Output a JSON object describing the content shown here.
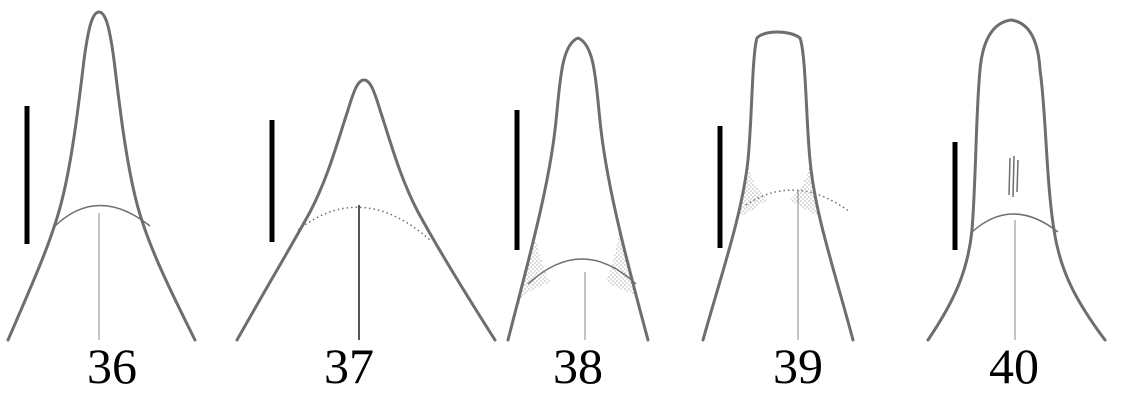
{
  "figure_labels": [
    "36",
    "37",
    "38",
    "39",
    "40"
  ],
  "colors": {
    "outline": "#6e6e6e",
    "scale_bar": "#000000",
    "label": "#000000",
    "stipple": "#555555"
  }
}
